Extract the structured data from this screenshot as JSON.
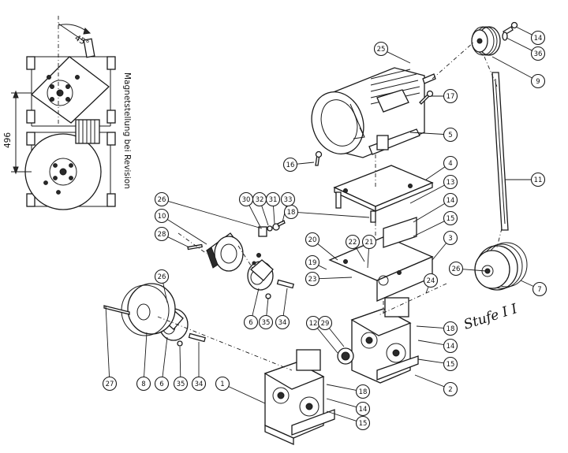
{
  "figure": {
    "side_note": "Magnetstellung bei Revision",
    "angle_label": "45°",
    "dimension_label": "496",
    "stage_label": "Stufe I I"
  },
  "callouts": [
    {
      "id": "25",
      "label": "25"
    },
    {
      "id": "14a",
      "label": "14"
    },
    {
      "id": "36",
      "label": "36"
    },
    {
      "id": "9",
      "label": "9"
    },
    {
      "id": "17",
      "label": "17"
    },
    {
      "id": "5",
      "label": "5"
    },
    {
      "id": "16",
      "label": "16"
    },
    {
      "id": "4",
      "label": "4"
    },
    {
      "id": "11",
      "label": "11"
    },
    {
      "id": "13",
      "label": "13"
    },
    {
      "id": "14b",
      "label": "14"
    },
    {
      "id": "18a",
      "label": "18"
    },
    {
      "id": "15a",
      "label": "15"
    },
    {
      "id": "3",
      "label": "3"
    },
    {
      "id": "20",
      "label": "20"
    },
    {
      "id": "22",
      "label": "22"
    },
    {
      "id": "21",
      "label": "21"
    },
    {
      "id": "19",
      "label": "19"
    },
    {
      "id": "23",
      "label": "23"
    },
    {
      "id": "26a",
      "label": "26"
    },
    {
      "id": "24",
      "label": "24"
    },
    {
      "id": "7",
      "label": "7"
    },
    {
      "id": "26b",
      "label": "26"
    },
    {
      "id": "10",
      "label": "10"
    },
    {
      "id": "30",
      "label": "30"
    },
    {
      "id": "32",
      "label": "32"
    },
    {
      "id": "31",
      "label": "31"
    },
    {
      "id": "33",
      "label": "33"
    },
    {
      "id": "28",
      "label": "28"
    },
    {
      "id": "6a",
      "label": "6"
    },
    {
      "id": "35a",
      "label": "35"
    },
    {
      "id": "34a",
      "label": "34"
    },
    {
      "id": "26c",
      "label": "26"
    },
    {
      "id": "12",
      "label": "12"
    },
    {
      "id": "29",
      "label": "29"
    },
    {
      "id": "18b",
      "label": "18"
    },
    {
      "id": "14c",
      "label": "14"
    },
    {
      "id": "15b",
      "label": "15"
    },
    {
      "id": "2",
      "label": "2"
    },
    {
      "id": "27",
      "label": "27"
    },
    {
      "id": "8",
      "label": "8"
    },
    {
      "id": "6b",
      "label": "6"
    },
    {
      "id": "35b",
      "label": "35"
    },
    {
      "id": "34b",
      "label": "34"
    },
    {
      "id": "1",
      "label": "1"
    },
    {
      "id": "18c",
      "label": "18"
    },
    {
      "id": "14d",
      "label": "14"
    },
    {
      "id": "15c",
      "label": "15"
    }
  ]
}
